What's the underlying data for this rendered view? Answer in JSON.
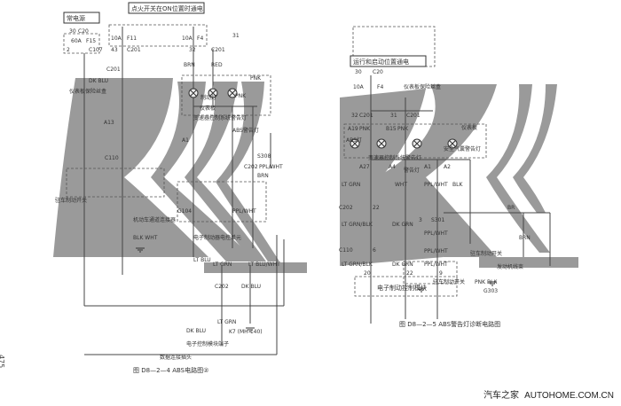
{
  "page_number": "475",
  "watermark": {
    "brand": "汽车之家",
    "site": "AUTOHOME.COM.CN"
  },
  "left_diagram": {
    "caption": "图 D8—2—4  ABS电路图②",
    "boxes": [
      "常电源",
      "点火开关在ON位置时通电"
    ],
    "labels": [
      "30",
      "C20",
      "60A",
      "F15",
      "2",
      "C107",
      "10A",
      "F11",
      "10A",
      "F4",
      "43",
      "C201",
      "32",
      "C201",
      "31",
      "C201",
      "仪表板保险丝盒",
      "BRN",
      "RED",
      "PNK",
      "PNK",
      "仪表板",
      "制动灯",
      "变速器控制系统警告灯",
      "ABS警告灯",
      "A13",
      "A1",
      "C110",
      "C202",
      "BRN",
      "S308",
      "PPL/WHT",
      "PPL/WHT",
      "驻车制动开关",
      "机动车通道连接器",
      "BLK WHT",
      "G104",
      "电子制动器电控单元",
      "LT BLU",
      "LT GRN",
      "LT BLU/WHT",
      "C202",
      "LT GRN",
      "DK BLU",
      "DK BLU",
      "电子控制模块端子",
      "K7 (MH-140)",
      "数据连接插头",
      "DK BLU"
    ]
  },
  "right_diagram": {
    "caption": "图 D8—2—5  ABS警告灯诊断电路图",
    "boxes": [
      "运行和启动位置通电",
      "电子制动控制模块"
    ],
    "labels": [
      "30",
      "C20",
      "10A",
      "F4",
      "仪表板保险丝盒",
      "32",
      "C201",
      "31",
      "C201",
      "PNK",
      "PNK",
      "A19",
      "B15",
      "仪表板",
      "ABS灯",
      "变速器控制系统警告灯",
      "警告灯",
      "安全气囊警告灯",
      "A27",
      "A4",
      "A1",
      "A2",
      "LT GRN",
      "WHT",
      "PPL/WHT",
      "BLK",
      "C202",
      "22",
      "3",
      "LT GRN/BLK",
      "DK GRN",
      "PPL/WHT",
      "PPL/WHT",
      "BR",
      "S301",
      "BRN",
      "C110",
      "6",
      "LT GRN/BLK",
      "DK GRN",
      "PPL/WHT",
      "驻车制动开关",
      "发动机线束",
      "20",
      "22",
      "9",
      "驻车制动开关",
      "PNK BLK",
      "G303"
    ]
  }
}
